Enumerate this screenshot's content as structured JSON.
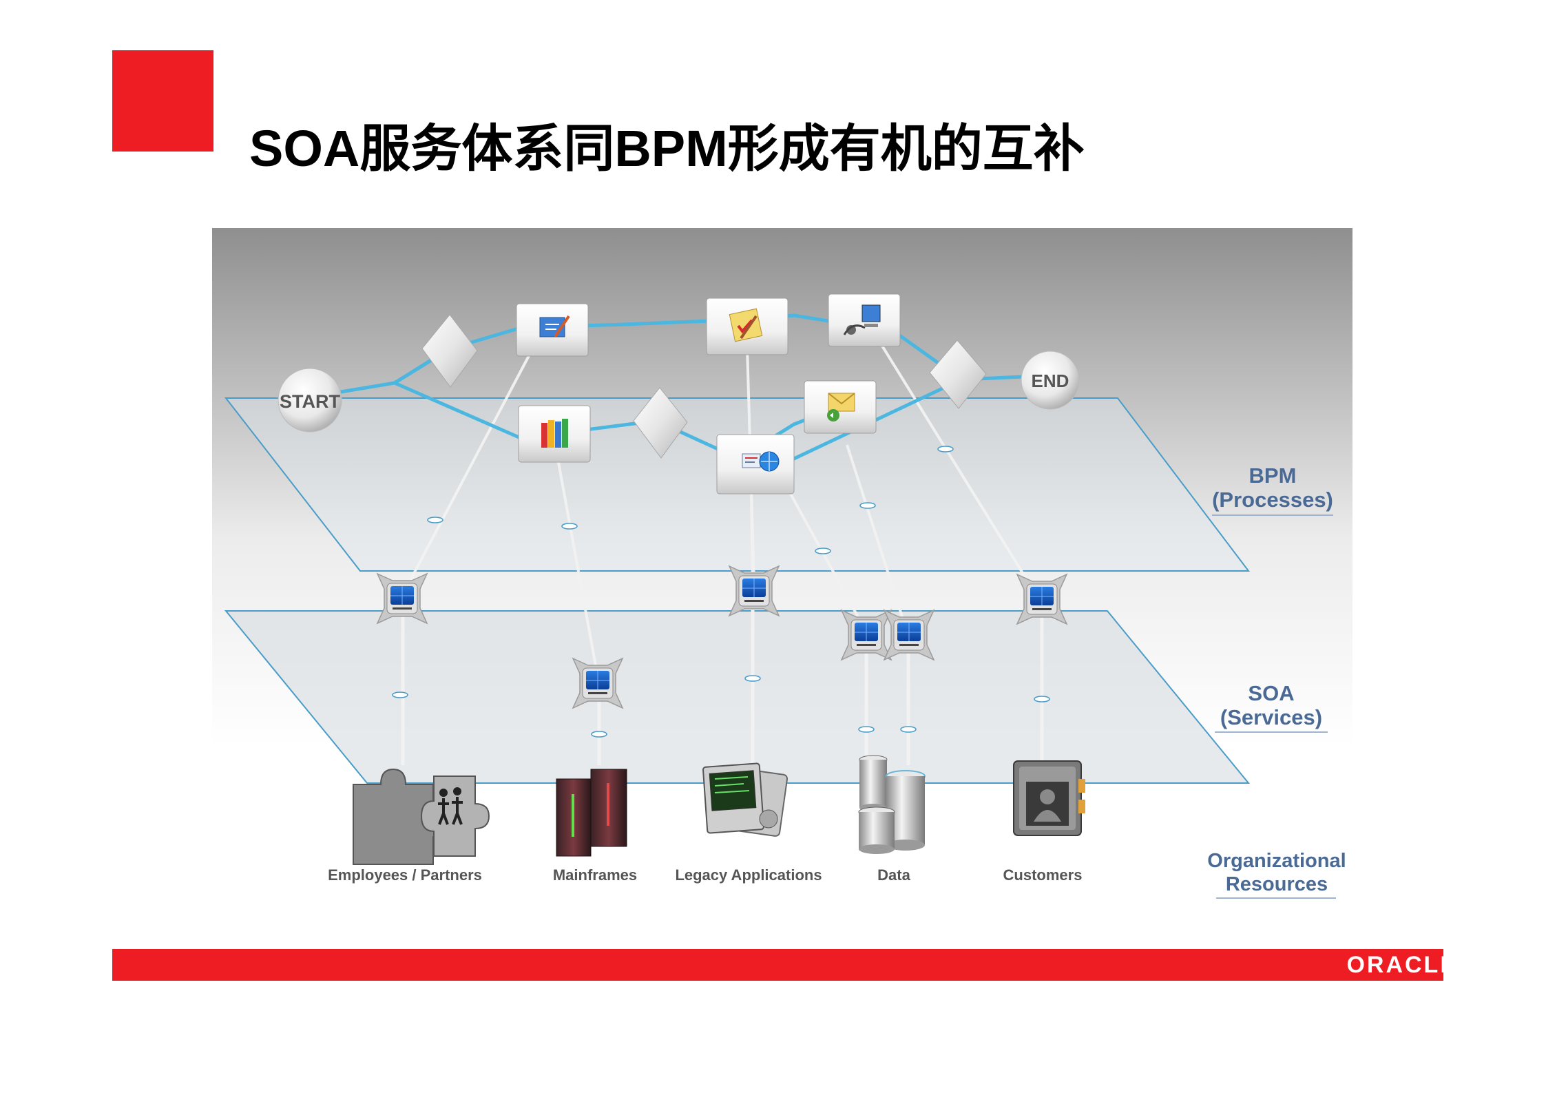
{
  "slide": {
    "title": "SOA服务体系同BPM形成有机的互补"
  },
  "colors": {
    "brand_red": "#ee1d24",
    "link_blue": "#4bb6e0",
    "plane_blue": "#4a9cc8",
    "label_blue": "#4a6a95"
  },
  "diagram": {
    "process_nodes": {
      "start": "START",
      "end": "END"
    },
    "layers": [
      {
        "label_line1": "BPM",
        "label_line2": "(Processes)"
      },
      {
        "label_line1": "SOA",
        "label_line2": "(Services)"
      },
      {
        "label_line1": "Organizational",
        "label_line2": "Resources"
      }
    ],
    "resources": [
      {
        "label": "Employees / Partners",
        "icon": "puzzle-people-icon"
      },
      {
        "label": "Mainframes",
        "icon": "mainframe-icon"
      },
      {
        "label": "Legacy Applications",
        "icon": "legacy-terminal-icon"
      },
      {
        "label": "Data",
        "icon": "database-icon"
      },
      {
        "label": "Customers",
        "icon": "customer-id-icon"
      }
    ],
    "activities": [
      "edit-document-icon",
      "checklist-pen-icon",
      "network-tools-icon",
      "email-icon",
      "books-icon",
      "web-form-icon"
    ],
    "service_icon": "service-monitor-icon",
    "gateway_icon": "gateway-diamond-icon"
  },
  "footer": {
    "logo_text": "ORACLE"
  }
}
